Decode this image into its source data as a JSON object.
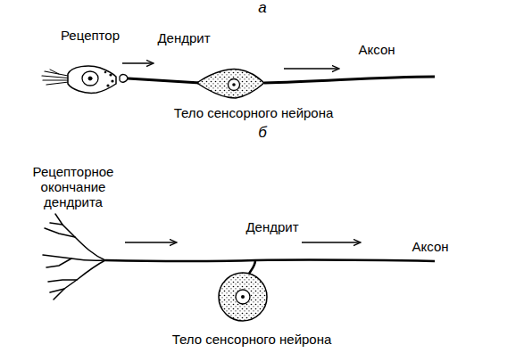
{
  "diagram": {
    "labels": [
      "а",
      "Рецептор",
      "Дендрит",
      "Аксон",
      "Тело сенсорного нейрона",
      "б",
      "Рецепторное окончание дендрита",
      "Дендрит",
      "Аксон",
      "Тело сенсорного нейрона"
    ]
  }
}
